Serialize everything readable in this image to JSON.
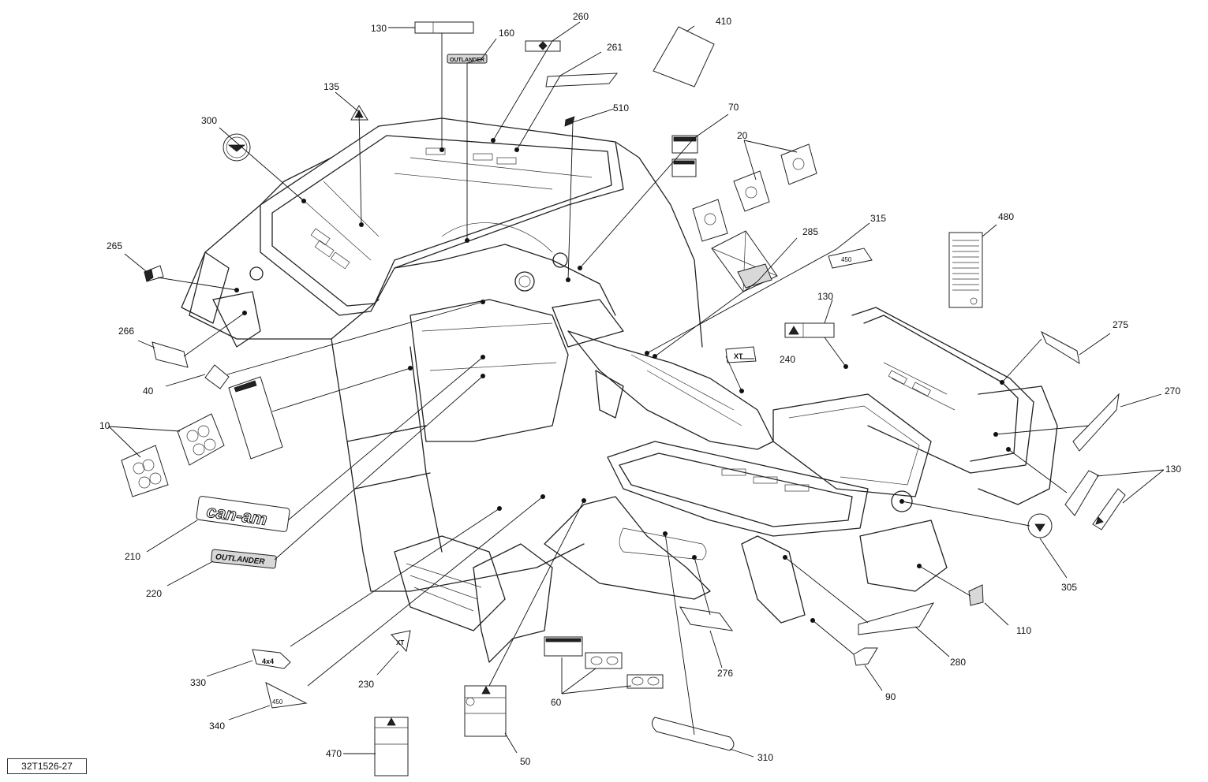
{
  "reference_code": "32T1526-27",
  "callouts": [
    "130",
    "160",
    "260",
    "261",
    "410",
    "135",
    "510",
    "70",
    "300",
    "20",
    "315",
    "480",
    "285",
    "265",
    "266",
    "130",
    "40",
    "240",
    "275",
    "10",
    "270",
    "130",
    "210",
    "220",
    "305",
    "110",
    "280",
    "330",
    "230",
    "90",
    "60",
    "276",
    "340",
    "50",
    "470",
    "310"
  ],
  "decal_text": {
    "brand_logo": "can-am",
    "model_logo": "OUTLANDER",
    "xt_badge_1": "XT",
    "xt_badge_2": "XT",
    "badge_4x4": "4x4",
    "badge_450": "450",
    "badge_450_rear": "450",
    "badge_outlander_small": "OUTLANDER"
  }
}
